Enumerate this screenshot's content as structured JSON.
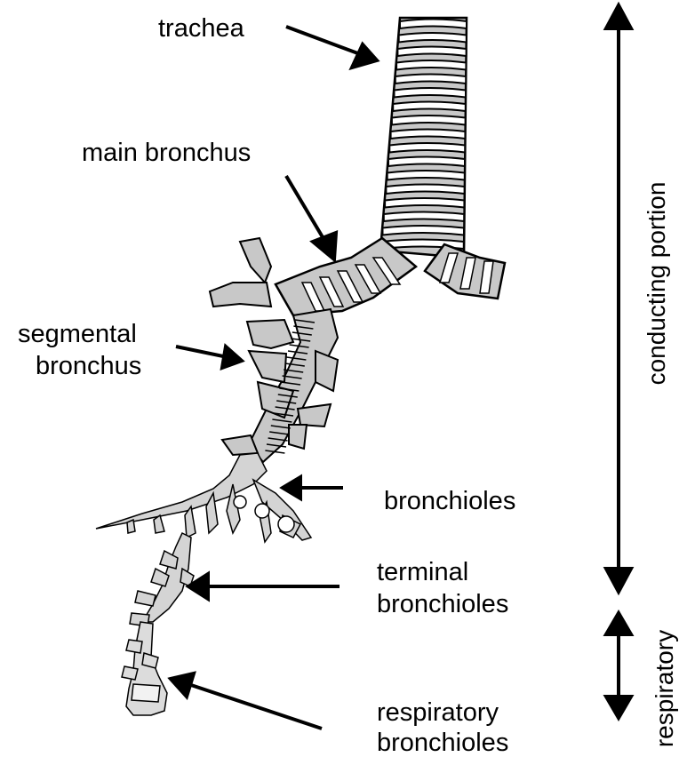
{
  "labels": {
    "trachea": "trachea",
    "main_bronchus": "main bronchus",
    "segmental_bronchus_1": "segmental",
    "segmental_bronchus_2": "bronchus",
    "bronchioles": "bronchioles",
    "terminal_bronchioles_1": "terminal",
    "terminal_bronchioles_2": "bronchioles",
    "respiratory_bronchioles_1": "respiratory",
    "respiratory_bronchioles_2": "bronchioles"
  },
  "regions": {
    "conducting": "conducting portion",
    "respiratory": "respiratory"
  },
  "colors": {
    "ink": "#000000",
    "cartilage": "#c8c8c8",
    "ring_light": "#ffffff",
    "respiratory_fill": "#d4d4d4"
  }
}
